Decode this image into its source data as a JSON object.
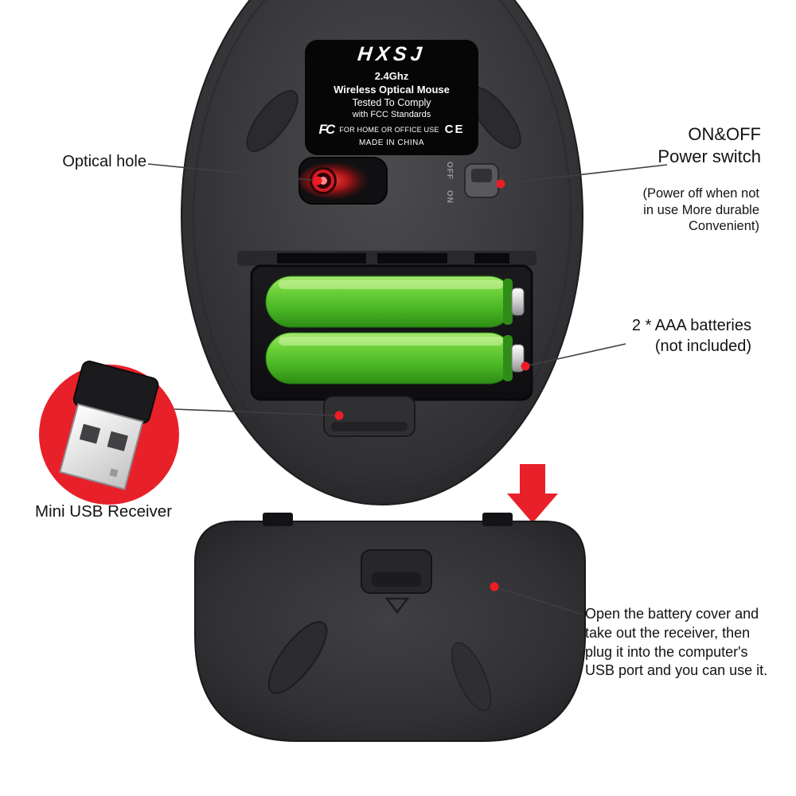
{
  "product_label": {
    "brand": "HXSJ",
    "lines": [
      "2.4Ghz",
      "Wireless Optical Mouse",
      "Tested To Comply",
      "with FCC Standards"
    ],
    "fcc_mark": "FC",
    "usage_line": "FOR HOME OR OFFICE USE",
    "ce_mark": "CE",
    "made_in": "MADE IN CHINA"
  },
  "switch_markings": {
    "off": "OFF",
    "on": "ON"
  },
  "callouts": {
    "optical_hole": {
      "label": "Optical hole"
    },
    "power_switch": {
      "title_line1": "ON&OFF",
      "title_line2": "Power switch",
      "note_lines": [
        "(Power off when not",
        "in use More durable",
        "Convenient)"
      ]
    },
    "batteries": {
      "line1": "2 * AAA batteries",
      "line2": "(not included)"
    },
    "usb_receiver": {
      "label": "Mini USB Receiver"
    },
    "instructions": {
      "lines": [
        "Open the battery cover and",
        "take out the receiver, then",
        "plug it into the computer's",
        "USB port and you can use it."
      ]
    }
  },
  "colors": {
    "accent_red": "#ee1c25",
    "arrow_red": "#e8202a",
    "battery_green": "#4cb826",
    "body_dark": "#3a3a3d",
    "background": "#ffffff"
  }
}
